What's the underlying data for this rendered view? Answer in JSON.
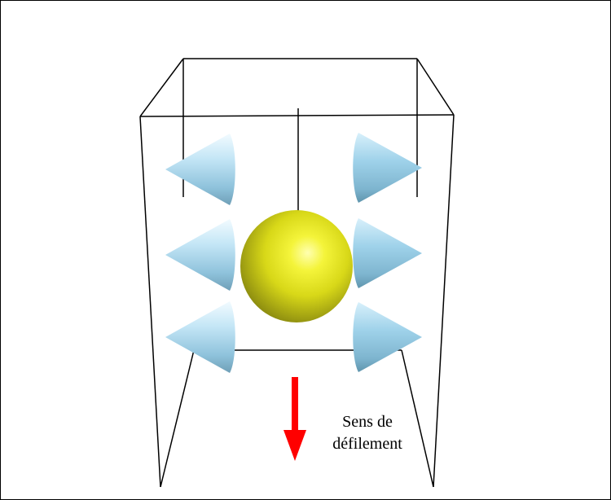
{
  "diagram": {
    "caption": {
      "line1": "Sens de",
      "line2": "défilement"
    },
    "colors": {
      "frame": "#000000",
      "sphere": "#e6e61e",
      "cone": "#a9d9ef",
      "arrow": "#ff0000"
    },
    "icons": {
      "ball": "yellow-sphere",
      "cones": "cone-shapes",
      "direction": "down-arrow"
    }
  }
}
